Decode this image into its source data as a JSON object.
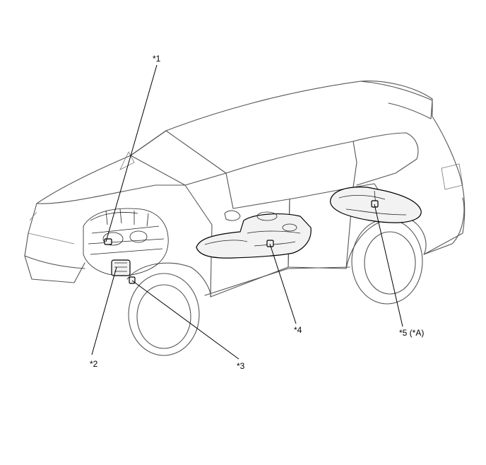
{
  "callouts": {
    "c1": "*1",
    "c2": "*2",
    "c3": "*3",
    "c4": "*4",
    "c5": "*5 (*A)"
  },
  "icons": [
    "vehicle-body-outline-icon",
    "engine-assembly-icon",
    "fuel-tank-main-icon",
    "fuel-tank-sub-icon"
  ]
}
